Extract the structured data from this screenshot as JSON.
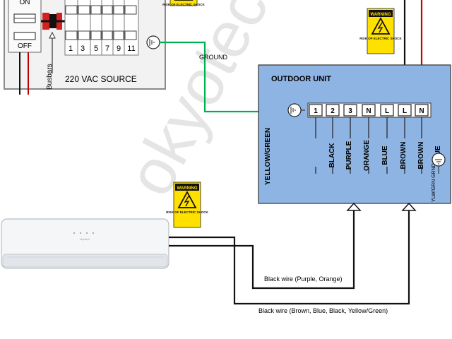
{
  "panel": {
    "switch_on": "ON",
    "switch_off": "OFF",
    "busbars": "Busbars",
    "terminals": [
      "1",
      "3",
      "5",
      "7",
      "9",
      "11"
    ],
    "source_label": "220 VAC SOURCE"
  },
  "ground_label": "GROUND",
  "outdoor_unit": {
    "title": "OUTDOOR UNIT",
    "ground_wire_label": "YELLOW/GREEN",
    "terminals": [
      "1",
      "2",
      "3",
      "N",
      "L",
      "L",
      "N"
    ],
    "wire_labels": [
      "BLACK",
      "PURPLE",
      "ORANGE",
      "BLUE",
      "BROWN",
      "BROWN",
      "BLUE"
    ],
    "ground_terminal_label": "YLW/GRN GRND",
    "bg_color": "#8db4e2"
  },
  "warnings": {
    "title": "WARNING",
    "text": "RISK OF ELECTRIC SHOCK"
  },
  "indoor_unit": {
    "brand": "okyotech"
  },
  "cables": {
    "cable1": "Black wire (Purple, Orange)",
    "cable2": "Black wire (Brown, Blue, Black, Yellow/Green)"
  },
  "watermark": "okyotech"
}
